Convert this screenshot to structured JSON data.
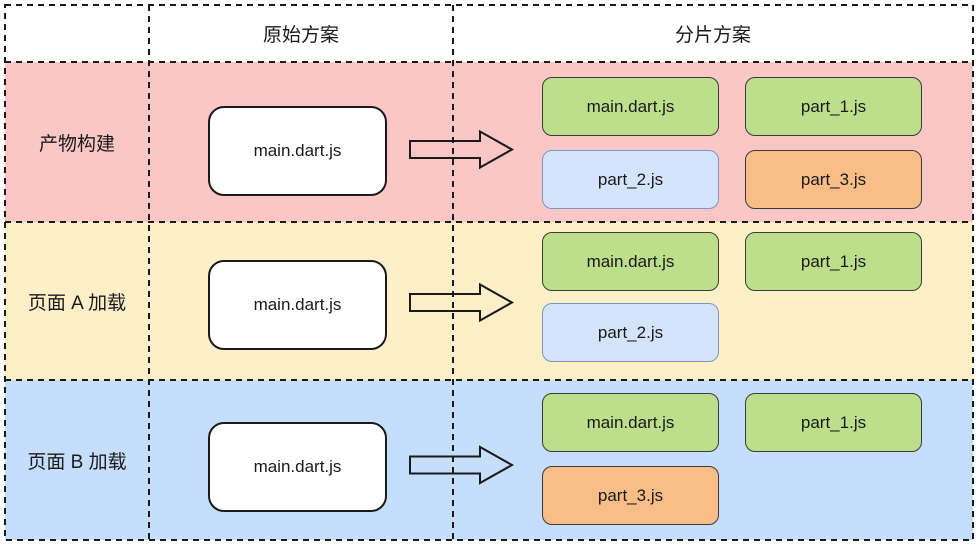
{
  "diagram": {
    "line_color": "#1A1A1A",
    "columns": {
      "original": "原始方案",
      "split": "分片方案"
    },
    "rows": [
      {
        "label": "产物构建",
        "row_color": "#FBC6C6",
        "original_box": "main.dart.js",
        "split_boxes": [
          {
            "label": "main.dart.js",
            "color": "green"
          },
          {
            "label": "part_1.js",
            "color": "green"
          },
          {
            "label": "part_2.js",
            "color": "blue"
          },
          {
            "label": "part_3.js",
            "color": "orange"
          }
        ]
      },
      {
        "label": "页面 A 加载",
        "row_color": "#FDF0C8",
        "original_box": "main.dart.js",
        "split_boxes": [
          {
            "label": "main.dart.js",
            "color": "green"
          },
          {
            "label": "part_1.js",
            "color": "green"
          },
          {
            "label": "part_2.js",
            "color": "blue"
          }
        ]
      },
      {
        "label": "页面 B 加载",
        "row_color": "#C5DEFB",
        "original_box": "main.dart.js",
        "split_boxes": [
          {
            "label": "main.dart.js",
            "color": "green"
          },
          {
            "label": "part_1.js",
            "color": "green"
          },
          {
            "label": "part_3.js",
            "color": "orange"
          }
        ]
      }
    ],
    "box_colors": {
      "green": {
        "fill": "#BDDF8C",
        "stroke": "#3B3B3B"
      },
      "blue": {
        "fill": "#D4E4FA",
        "stroke": "#7E96C6"
      },
      "orange": {
        "fill": "#F9BE87",
        "stroke": "#3B3B3B"
      },
      "white": {
        "fill": "#FFFFFF",
        "stroke": "#1A1A1A"
      }
    }
  }
}
